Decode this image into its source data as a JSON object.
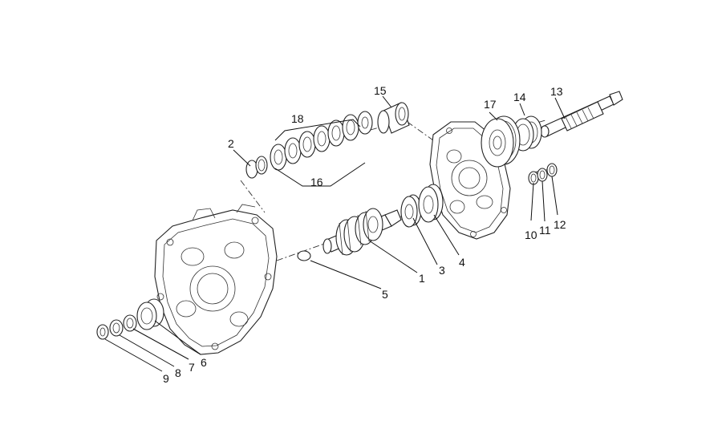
{
  "diagram": {
    "labels": [
      "1",
      "2",
      "3",
      "4",
      "5",
      "6",
      "7",
      "8",
      "9",
      "10",
      "11",
      "12",
      "13",
      "14",
      "15",
      "16",
      "17",
      "18"
    ],
    "colors": {
      "line": "#111111",
      "background": "#ffffff"
    }
  }
}
